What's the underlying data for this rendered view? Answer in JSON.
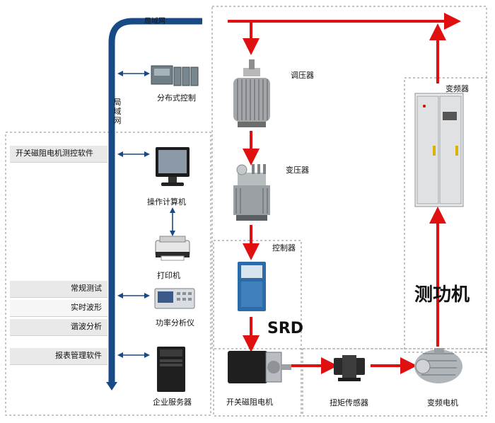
{
  "network": {
    "top_label": "局域网",
    "side_label": "局域网"
  },
  "left_panels": {
    "software": "开关磁阻电机测控软件",
    "tests": [
      "常规测试",
      "实时波形",
      "谐波分析"
    ],
    "report": "报表管理软件"
  },
  "devices": {
    "distributed": "分布式控制",
    "computer": "操作计算机",
    "printer": "打印机",
    "power_analyzer": "功率分析仪",
    "server": "企业服务器",
    "regulator": "调压器",
    "transformer": "变压器",
    "controller": "控制器",
    "srd": "SRD",
    "sr_motor": "开关磁阻电机",
    "torque_sensor": "扭矩传感器",
    "vf_motor": "变频电机",
    "inverter": "变频器",
    "dyno": "测功机"
  },
  "colors": {
    "network_blue": "#1a4a86",
    "arrow_red": "#e01010",
    "dashed": "#8a8a8a"
  }
}
